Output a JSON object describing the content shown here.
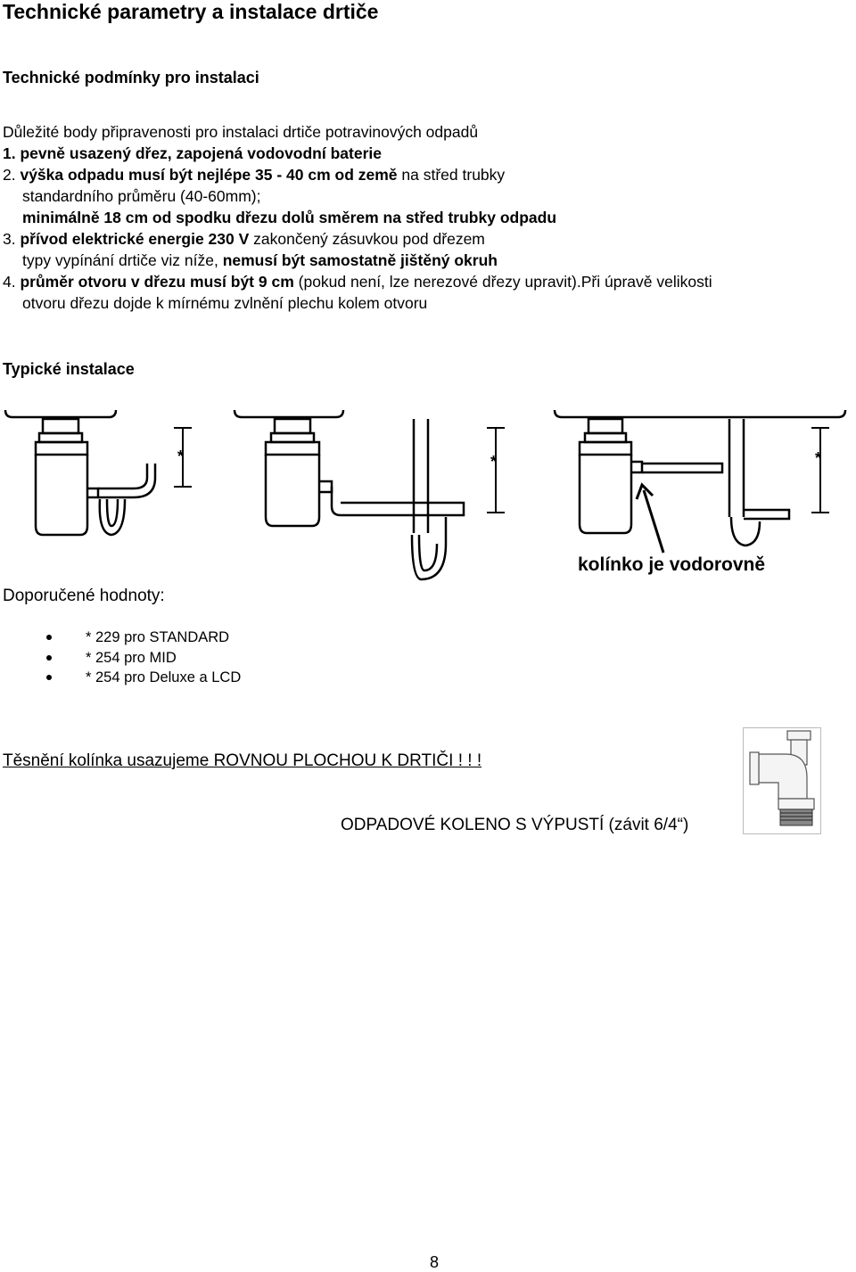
{
  "title": "Technické parametry a instalace drtiče",
  "section1": {
    "heading": "Technické podmínky pro instalaci",
    "intro": "Důležité body připravenosti pro instalaci drtiče potravinových odpadů",
    "item1": "1. pevně usazený dřez, zapojená vodovodní baterie",
    "item2_num": "2. ",
    "item2_bold": "výška odpadu musí být nejlépe 35 - 40 cm od země",
    "item2_rest": " na střed trubky",
    "item2_line2": "standardního průměru (40-60mm);",
    "item2_line3": "minimálně 18 cm od spodku dřezu dolů směrem  na střed trubky odpadu",
    "item3_num": "3. ",
    "item3_bold": "přívod elektrické energie 230 V",
    "item3_rest": " zakončený zásuvkou pod dřezem",
    "item3_line2_normal": "typy vypínání drtiče viz níže, ",
    "item3_line2_bold": "nemusí být samostatně jištěný okruh",
    "item4_num": "4. ",
    "item4_bold": "průměr otvoru v dřezu musí být 9 cm",
    "item4_rest": " (pokud není, lze nerezové dřezy upravit).Při úpravě velikosti",
    "item4_line2": "otvoru dřezu dojde k mírnému zvlnění plechu kolem otvoru"
  },
  "section2": {
    "heading": "Typické instalace",
    "star": "*",
    "diagram_label": "kolínko je vodorovně"
  },
  "section3": {
    "heading": "Doporučené hodnoty:",
    "values": [
      "*  229 pro STANDARD",
      "*  254 pro MID",
      "*  254 pro Deluxe a LCD"
    ]
  },
  "note": "Těsnění kolínka usazujeme ROVNOU PLOCHOU K DRTIČI ! ! !",
  "caption": "ODPADOVÉ KOLENO S VÝPUSTÍ  (závit 6/4“)",
  "page_number": "8"
}
